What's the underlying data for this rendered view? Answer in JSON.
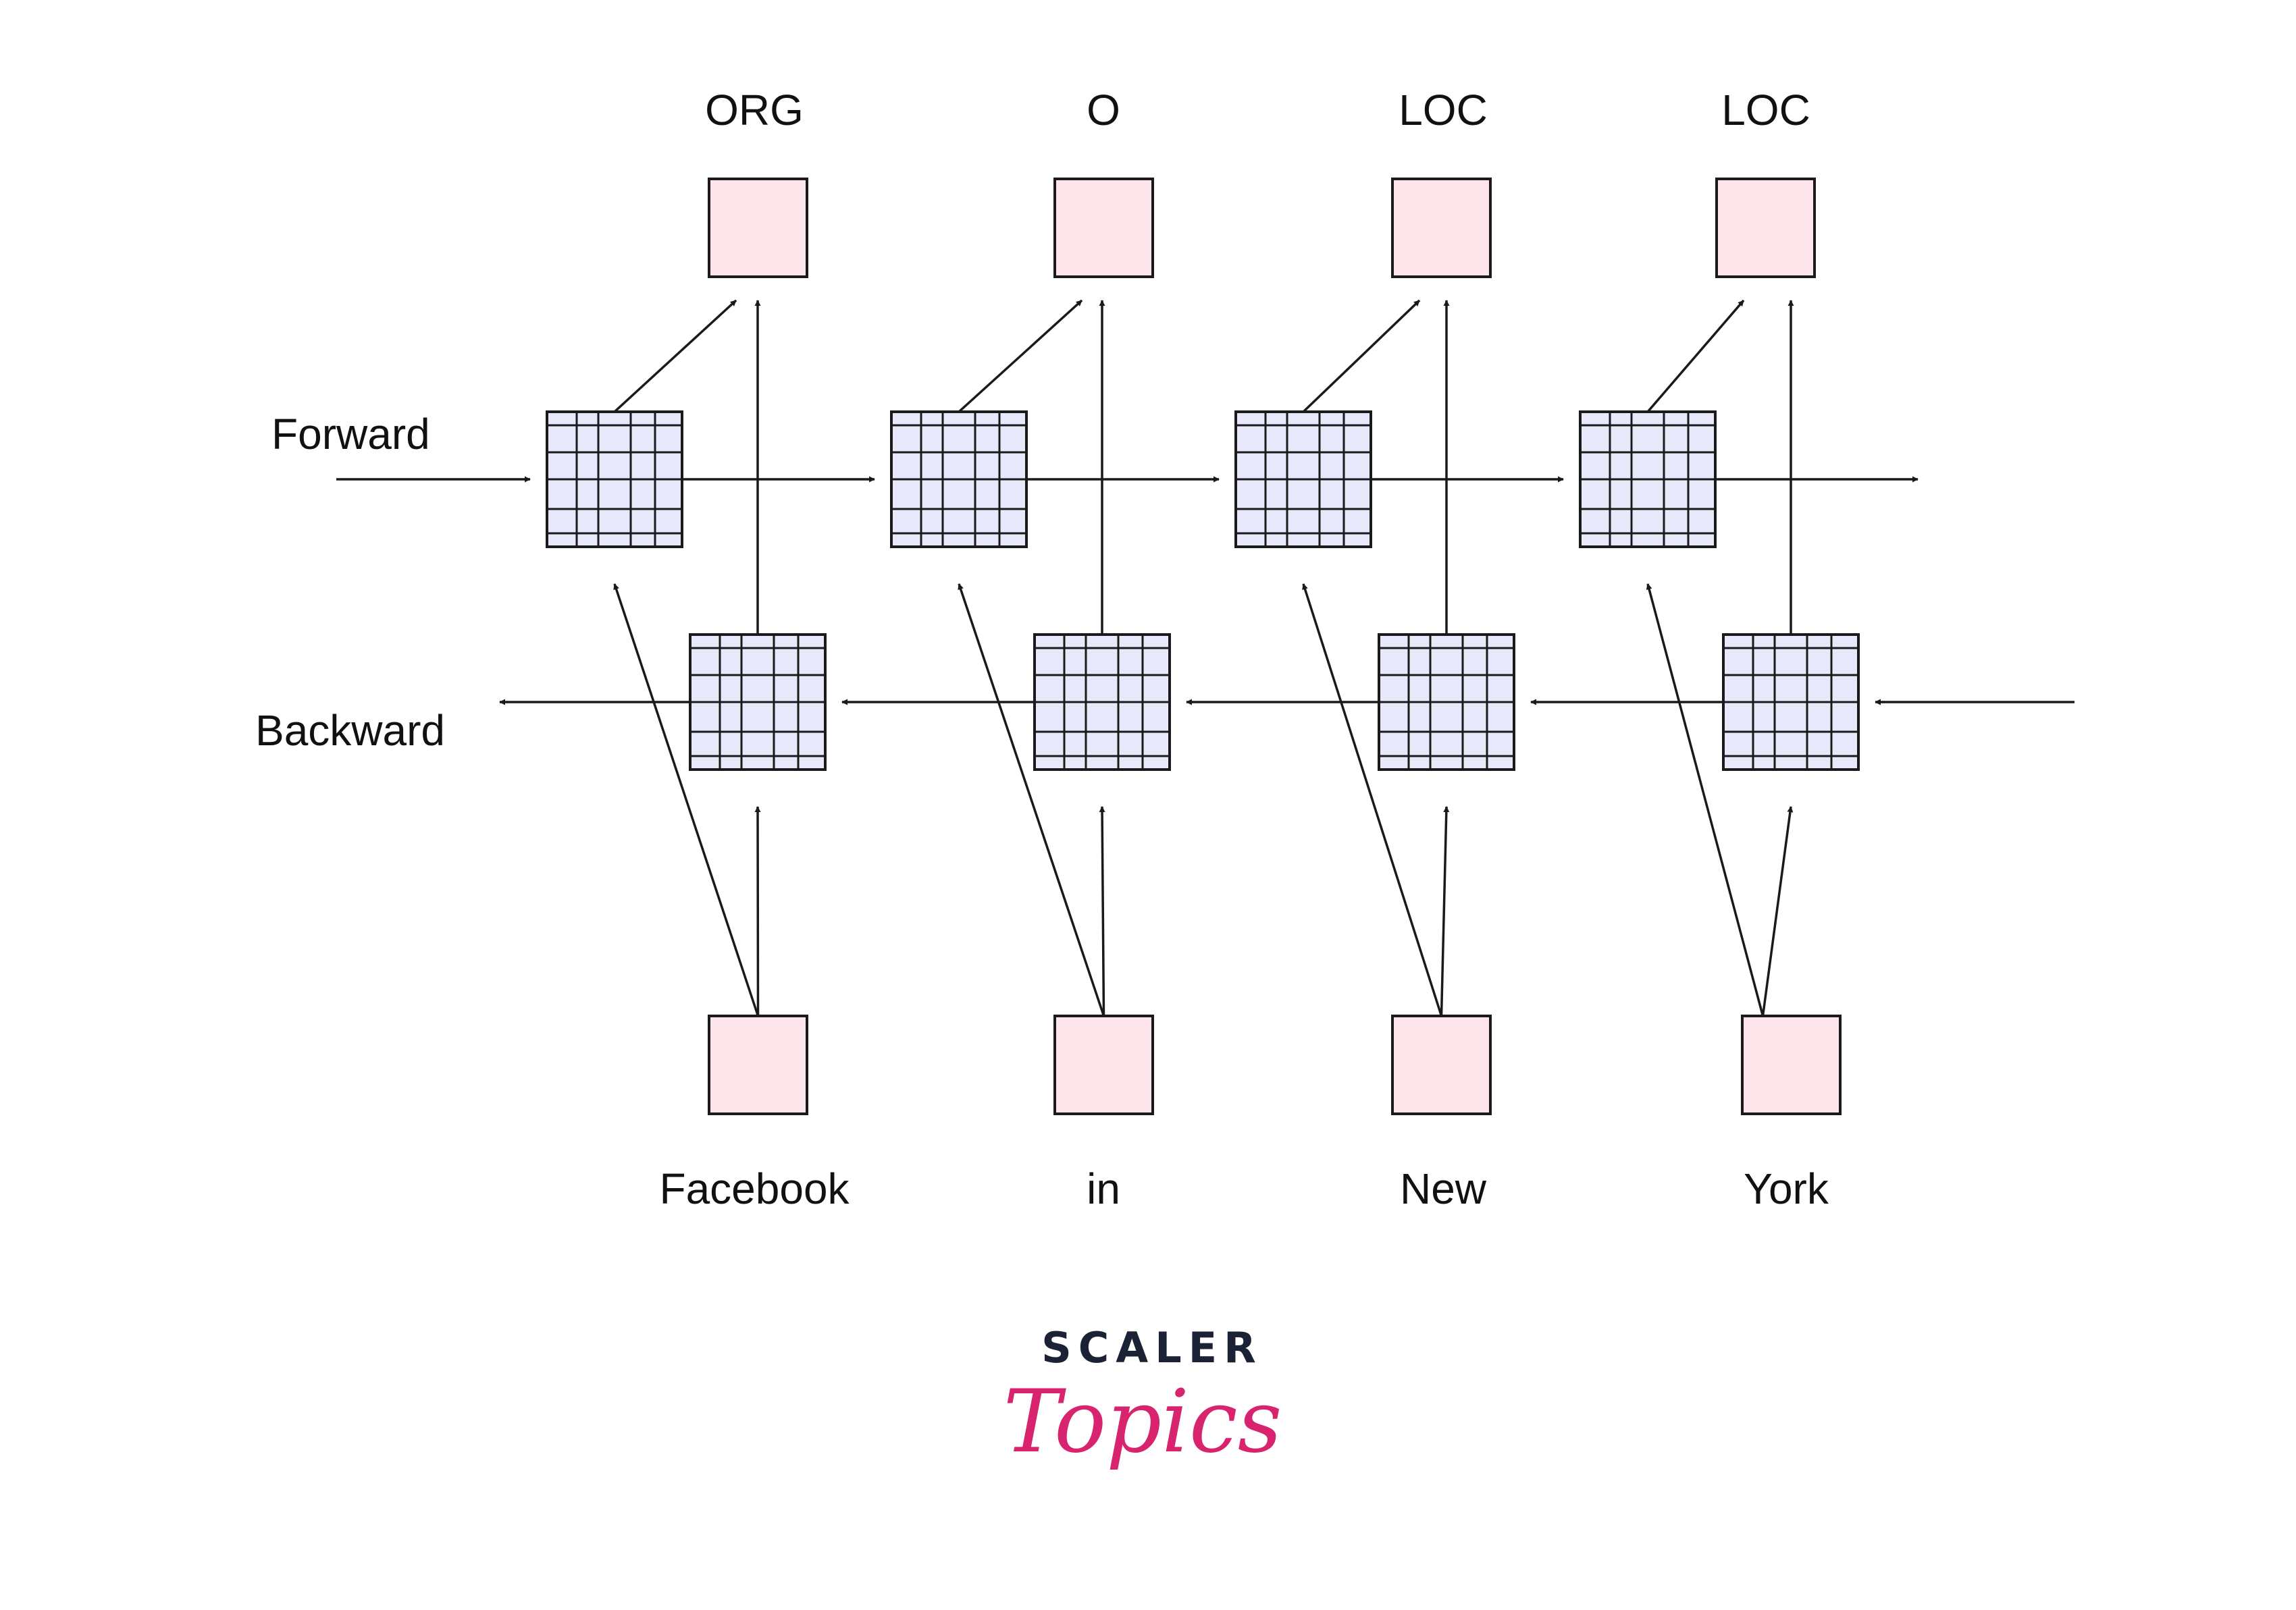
{
  "diagram": {
    "direction_labels": {
      "forward": "Forward",
      "backward": "Backward"
    },
    "tokens": [
      {
        "word": "Facebook",
        "tag": "ORG"
      },
      {
        "word": "in",
        "tag": "O"
      },
      {
        "word": "New",
        "tag": "LOC"
      },
      {
        "word": "York",
        "tag": "LOC"
      }
    ]
  },
  "brand": {
    "line1": "SCALER",
    "line2": "Topics"
  },
  "colors": {
    "tag_box_fill": "#fde4ea",
    "input_box_fill": "#fde4ea",
    "cell_fill": "#e8e8fb",
    "stroke": "#1a1a1a",
    "brand_dark": "#1b2236",
    "brand_accent": "#d8246e"
  }
}
